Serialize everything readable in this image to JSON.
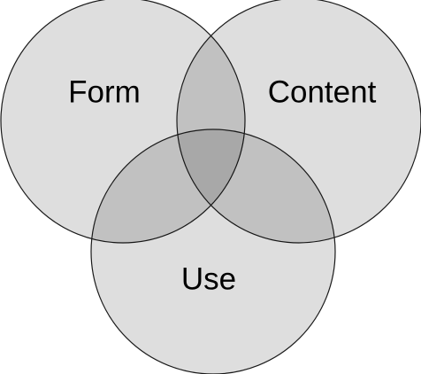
{
  "diagram": {
    "type": "venn",
    "sets": [
      {
        "id": "form",
        "label": "Form"
      },
      {
        "id": "content",
        "label": "Content"
      },
      {
        "id": "use",
        "label": "Use"
      }
    ],
    "colors": {
      "circle_fill": "#000000",
      "circle_stroke": "#1a1a1a",
      "background": "#ffffff",
      "text": "#000000"
    }
  }
}
